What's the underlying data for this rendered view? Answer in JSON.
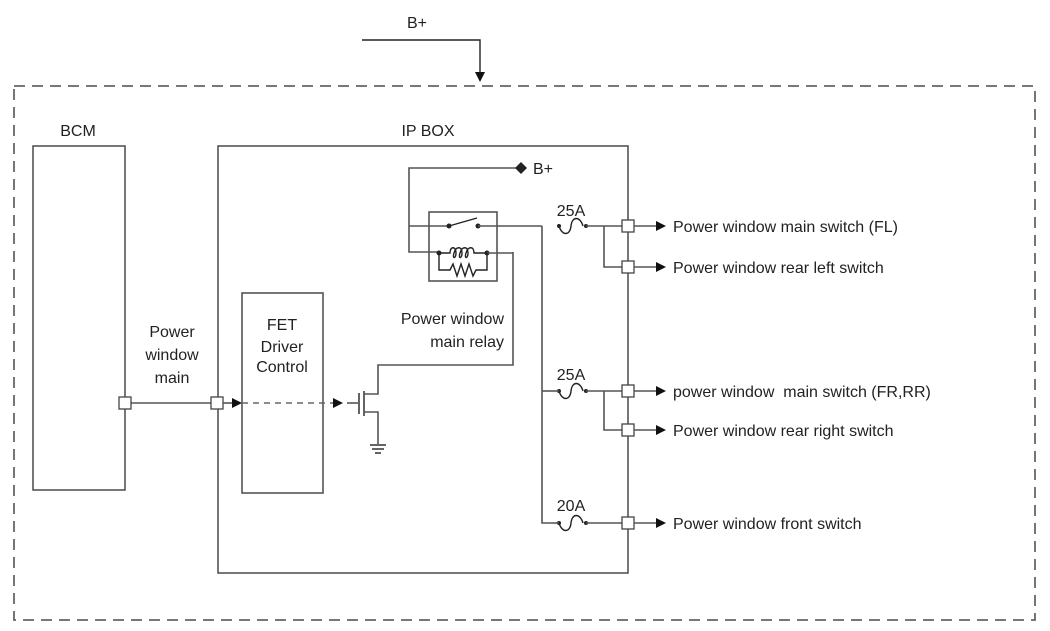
{
  "diagram": {
    "type": "wiring-schematic",
    "supply_top_label": "B+",
    "modules": {
      "bcm": {
        "label": "BCM"
      },
      "ip_box": {
        "label": "IP BOX"
      },
      "fet_driver": {
        "label_lines": [
          "FET",
          "Driver",
          "Control"
        ]
      }
    },
    "bcm_signal": {
      "label_lines": [
        "Power",
        "window",
        "main"
      ]
    },
    "relay": {
      "label_lines": [
        "Power window",
        "main relay"
      ],
      "supply_label": "B+"
    },
    "fuses": [
      {
        "rating": "25A"
      },
      {
        "rating": "25A"
      },
      {
        "rating": "20A"
      }
    ],
    "outputs": [
      {
        "label": "Power window main switch (FL)",
        "fuse_index": 0
      },
      {
        "label": "Power window rear left switch",
        "fuse_index": 0
      },
      {
        "label": "power window  main switch (FR,RR)",
        "fuse_index": 1
      },
      {
        "label": "Power window rear right switch",
        "fuse_index": 1
      },
      {
        "label": "Power window front switch",
        "fuse_index": 2
      }
    ],
    "colors": {
      "line": "#555555",
      "border_dashed": "#666666",
      "text": "#222222",
      "background": "#ffffff"
    }
  }
}
